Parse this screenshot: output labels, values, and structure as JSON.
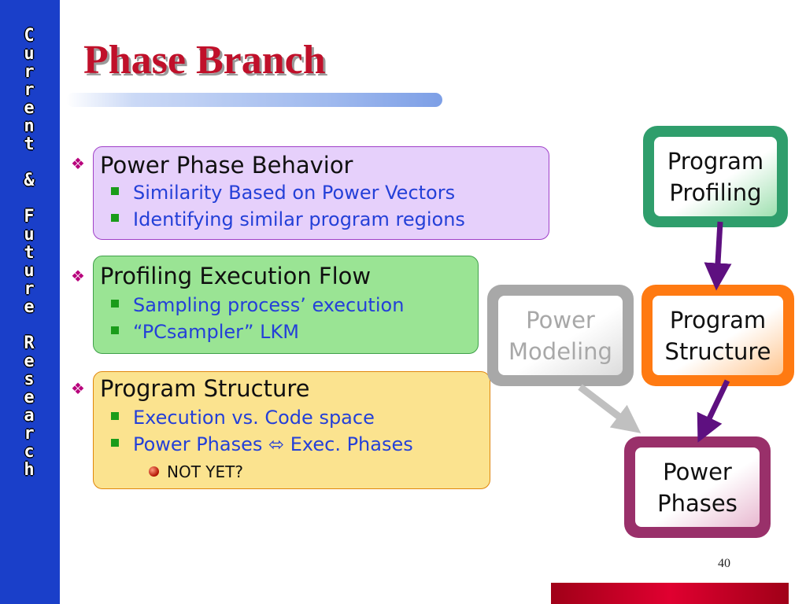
{
  "sidebar": {
    "text": "Current & Future Research"
  },
  "title": "Phase Branch",
  "sections": [
    {
      "heading": "Power Phase Behavior",
      "items": [
        "Similarity Based on Power Vectors",
        "Identifying similar program regions"
      ]
    },
    {
      "heading": "Profiling Execution Flow",
      "items": [
        "Sampling process’ execution",
        "“PCsampler” LKM"
      ]
    },
    {
      "heading": "Program Structure",
      "items": [
        "Execution vs. Code space",
        "Power Phases ⬄ Exec. Phases"
      ],
      "subitem": "NOT YET?"
    }
  ],
  "flow": {
    "program_profiling": [
      "Program",
      "Profiling"
    ],
    "program_structure": [
      "Program",
      "Structure"
    ],
    "power_modeling": [
      "Power",
      "Modeling"
    ],
    "power_phases": [
      "Power",
      "Phases"
    ]
  },
  "page_number": "40",
  "colors": {
    "title": "#c0102a",
    "sidebar": "#1a3fc9",
    "sub_text": "#2440d8",
    "arrow": "#5e1080"
  },
  "icons": {
    "bullet": "diamond-bullet-icon",
    "sub_bullet": "square-bullet-icon",
    "subsub_bullet": "red-ball-bullet-icon"
  }
}
